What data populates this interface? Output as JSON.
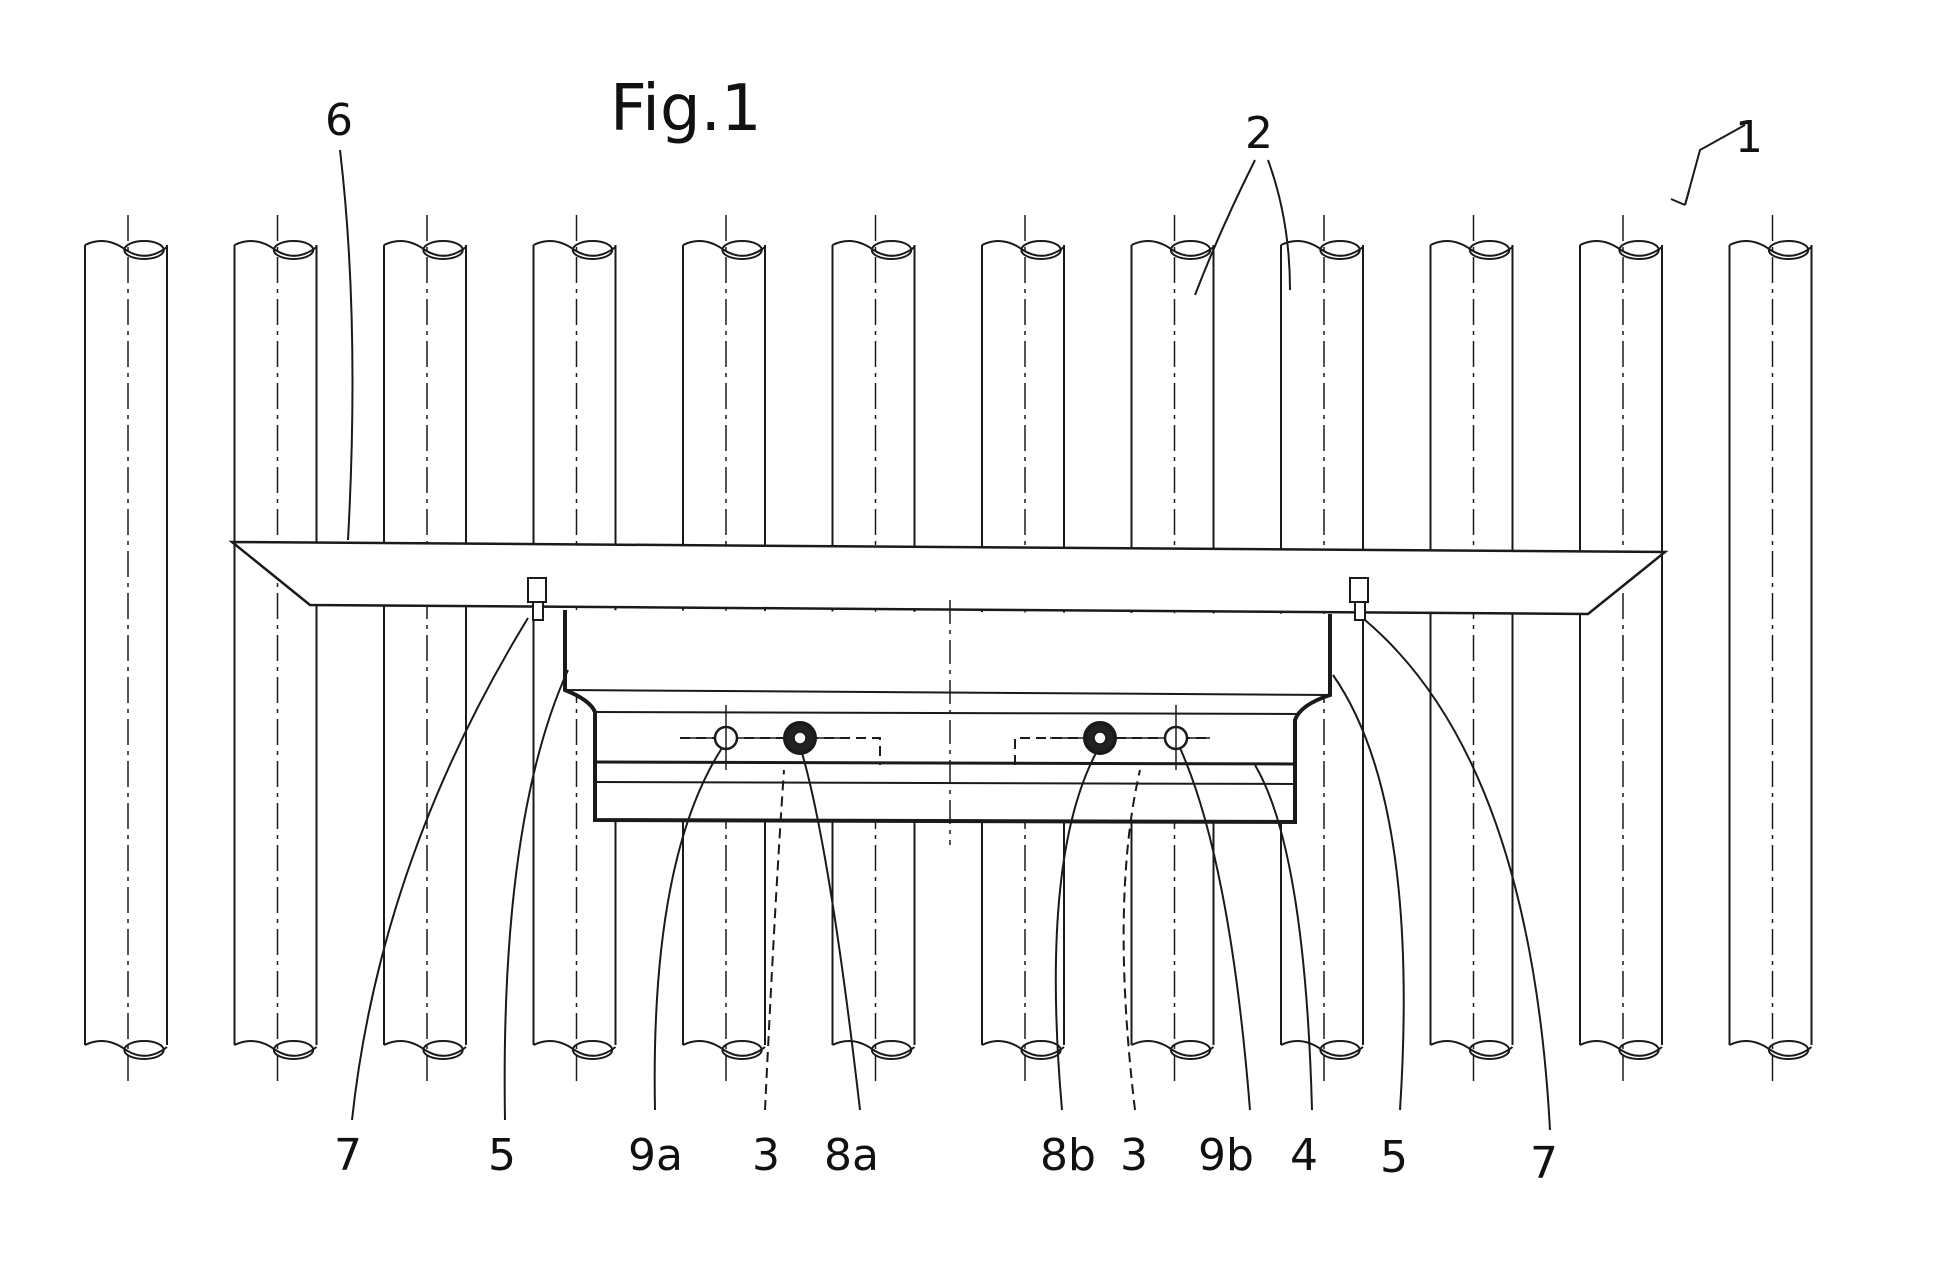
{
  "figure": {
    "title": "Fig.1"
  },
  "references": {
    "ref_1": "1",
    "ref_2": "2",
    "ref_6": "6",
    "bottom": [
      "7",
      "5",
      "9a",
      "3",
      "8a",
      "8b",
      "3",
      "9b",
      "4",
      "5",
      "7"
    ]
  }
}
